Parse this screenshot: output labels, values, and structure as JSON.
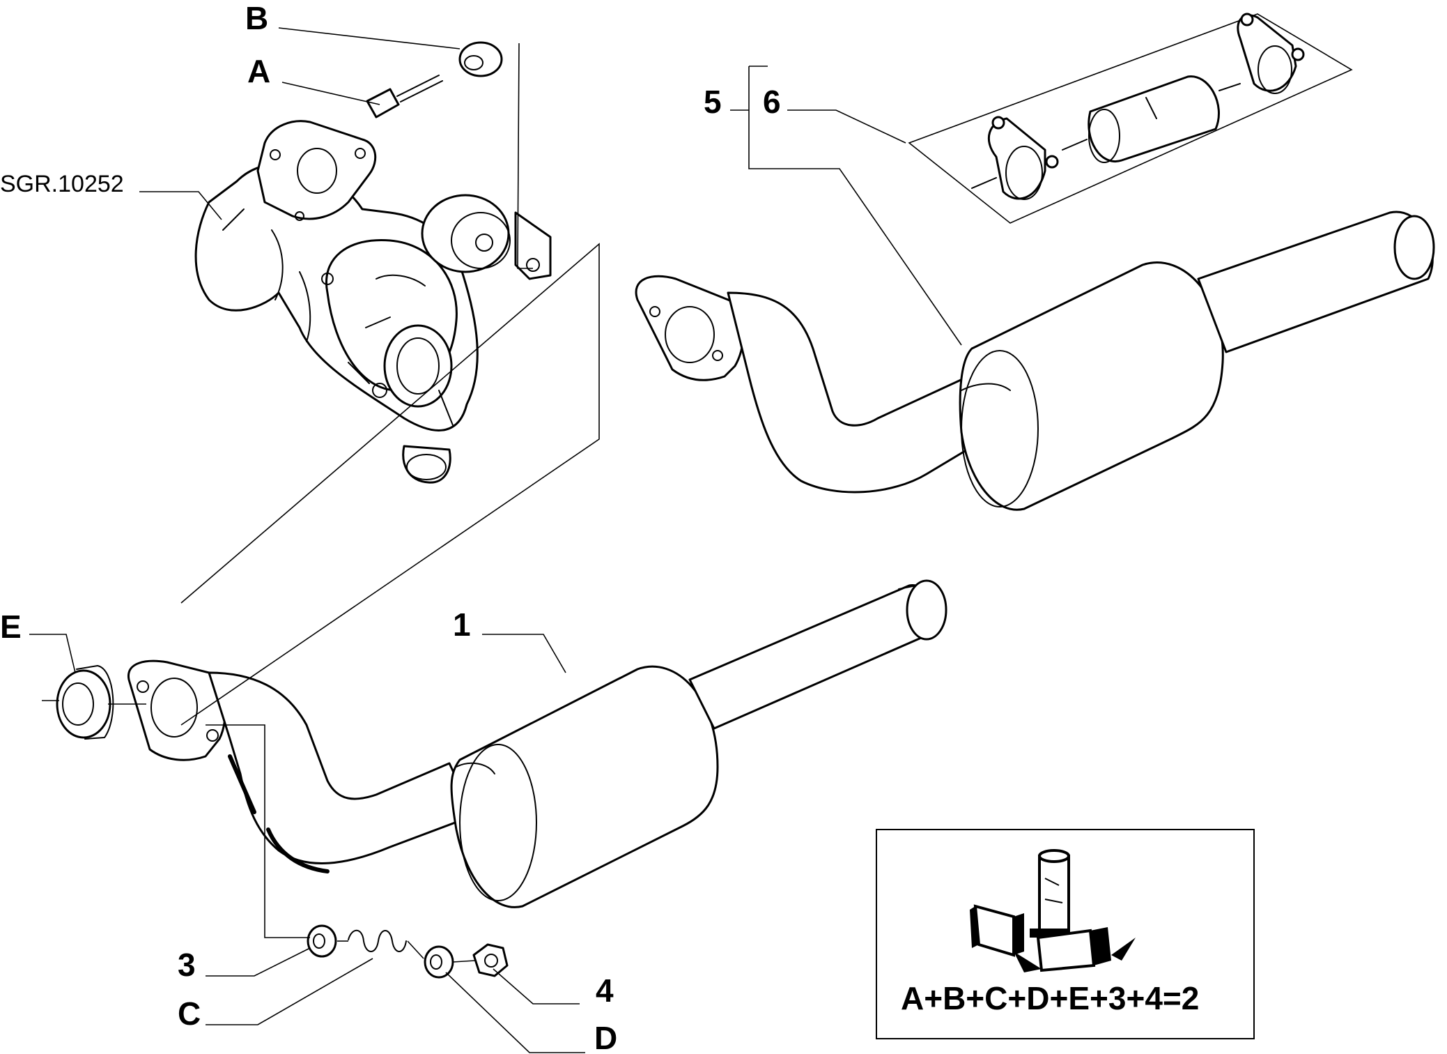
{
  "labels": {
    "b": "B",
    "a": "A",
    "ref": "SGR.10252",
    "five": "5",
    "six": "6",
    "e": "E",
    "one": "1",
    "three": "3",
    "c": "C",
    "four": "4",
    "d": "D"
  },
  "kit": {
    "formula": "A+B+C+D+E+3+4=2"
  },
  "colors": {
    "ink": "#000000",
    "paper": "#ffffff"
  }
}
